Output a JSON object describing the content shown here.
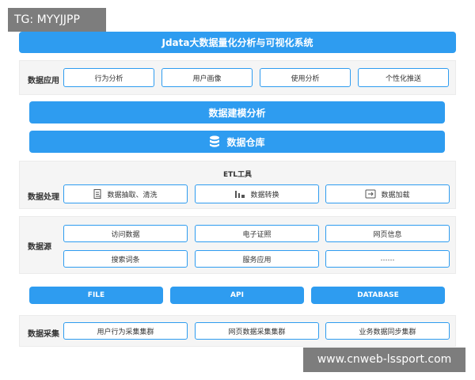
{
  "watermark_top_left": "TG: MYYJJPP",
  "watermark_bottom_right": "www.cnweb-lssport.com",
  "title": "Jdata大数据量化分析与可视化系统",
  "app_layer": {
    "label": "数据应用",
    "items": [
      "行为分析",
      "用户画像",
      "使用分析",
      "个性化推送"
    ]
  },
  "modeling_bar": "数据建模分析",
  "warehouse_bar": "数据仓库",
  "processing_layer": {
    "label": "数据处理",
    "tool_title": "ETL工具",
    "items": [
      "数据抽取、清洗",
      "数据转换",
      "数据加载"
    ]
  },
  "source_layer": {
    "label": "数据源",
    "row1": [
      "访问数据",
      "电子证照",
      "网页信息"
    ],
    "row2": [
      "搜索词条",
      "服务应用",
      "……"
    ]
  },
  "interfaces": [
    "FILE",
    "API",
    "DATABASE"
  ],
  "collection_layer": {
    "label": "数据采集",
    "items": [
      "用户行为采集集群",
      "网页数据采集集群",
      "业务数据同步集群"
    ]
  },
  "colors": {
    "primary": "#2e9cf0",
    "panel_bg": "#f5f5f5",
    "watermark_bg": "#7d7d7d"
  }
}
